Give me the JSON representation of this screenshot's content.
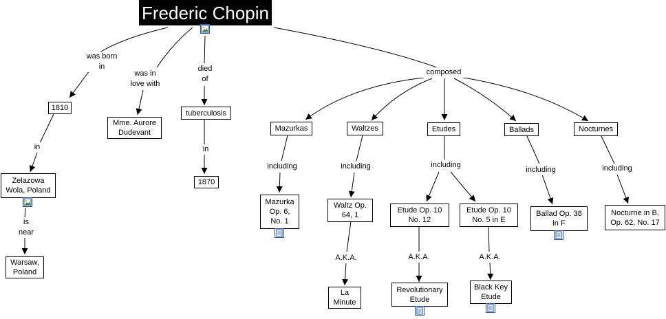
{
  "diagram": {
    "root": {
      "label": "Frederic Chopin"
    },
    "nodes": {
      "born_year": "1810",
      "birthplace": "Zelazowa\nWola, Poland",
      "near_city": "Warsaw,\nPoland",
      "lover": "Mme. Aurore\nDudevant",
      "disease": "tuberculosis",
      "death_year": "1870",
      "mazurkas": "Mazurkas",
      "waltzes": "Waltzes",
      "etudes": "Etudes",
      "ballads": "Ballads",
      "nocturnes": "Nocturnes",
      "mazurka_op6": "Mazurka\nOp. 6,\nNo. 1",
      "waltz_op64": "Waltz Op.\n64, 1",
      "la_minute": "La\nMinute",
      "etude_op10_12": "Etude Op. 10\nNo. 12",
      "revolutionary": "Revolutionary\nEtude",
      "etude_op10_5": "Etude Op. 10\nNo. 5 in E",
      "black_key": "Black Key\nEtude",
      "ballad_op38": "Ballad Op. 38\nin F",
      "nocturne_op62": "Nocturne in B,\nOp. 62, No. 17"
    },
    "links": {
      "was_born_in": "was born\nin",
      "was_in_love_with": "was in\nlove with",
      "died_of": "died\nof",
      "composed": "composed",
      "in_place": "in",
      "in_year": "in",
      "is_near": "is\nnear",
      "including_mazurkas": "including",
      "including_waltzes": "including",
      "including_etudes": "including",
      "including_ballads": "including",
      "including_nocturnes": "including",
      "aka_waltz": "A.K.A.",
      "aka_etude12": "A.K.A.",
      "aka_etude5": "A.K.A."
    },
    "icons": {
      "root": "image-icon",
      "birthplace": "image-icon",
      "mazurka_op6": "document-icon",
      "revolutionary": "document-icon",
      "black_key": "document-icon",
      "ballad_op38": "document-icon"
    }
  }
}
